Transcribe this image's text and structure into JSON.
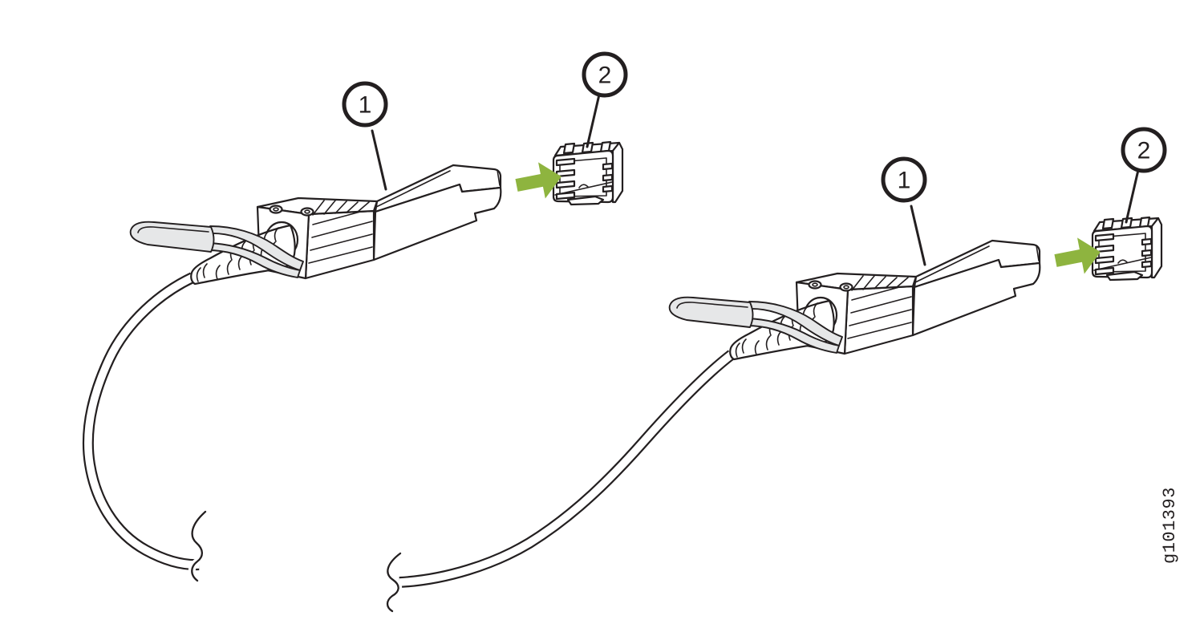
{
  "figure": {
    "id_label": "g101393",
    "description_numbers_shown": [
      "1",
      "2"
    ]
  },
  "callouts": [
    {
      "label": "1"
    },
    {
      "label": "2"
    }
  ],
  "colors": {
    "line": "#231F20",
    "arrow_green": "#8EB43F",
    "tab_gray": "#E6E7E8",
    "background": "#FFFFFF"
  },
  "icons": {
    "insertion_arrow": "green-right-block-arrow",
    "cable_break": "s-curve-break-mark"
  }
}
